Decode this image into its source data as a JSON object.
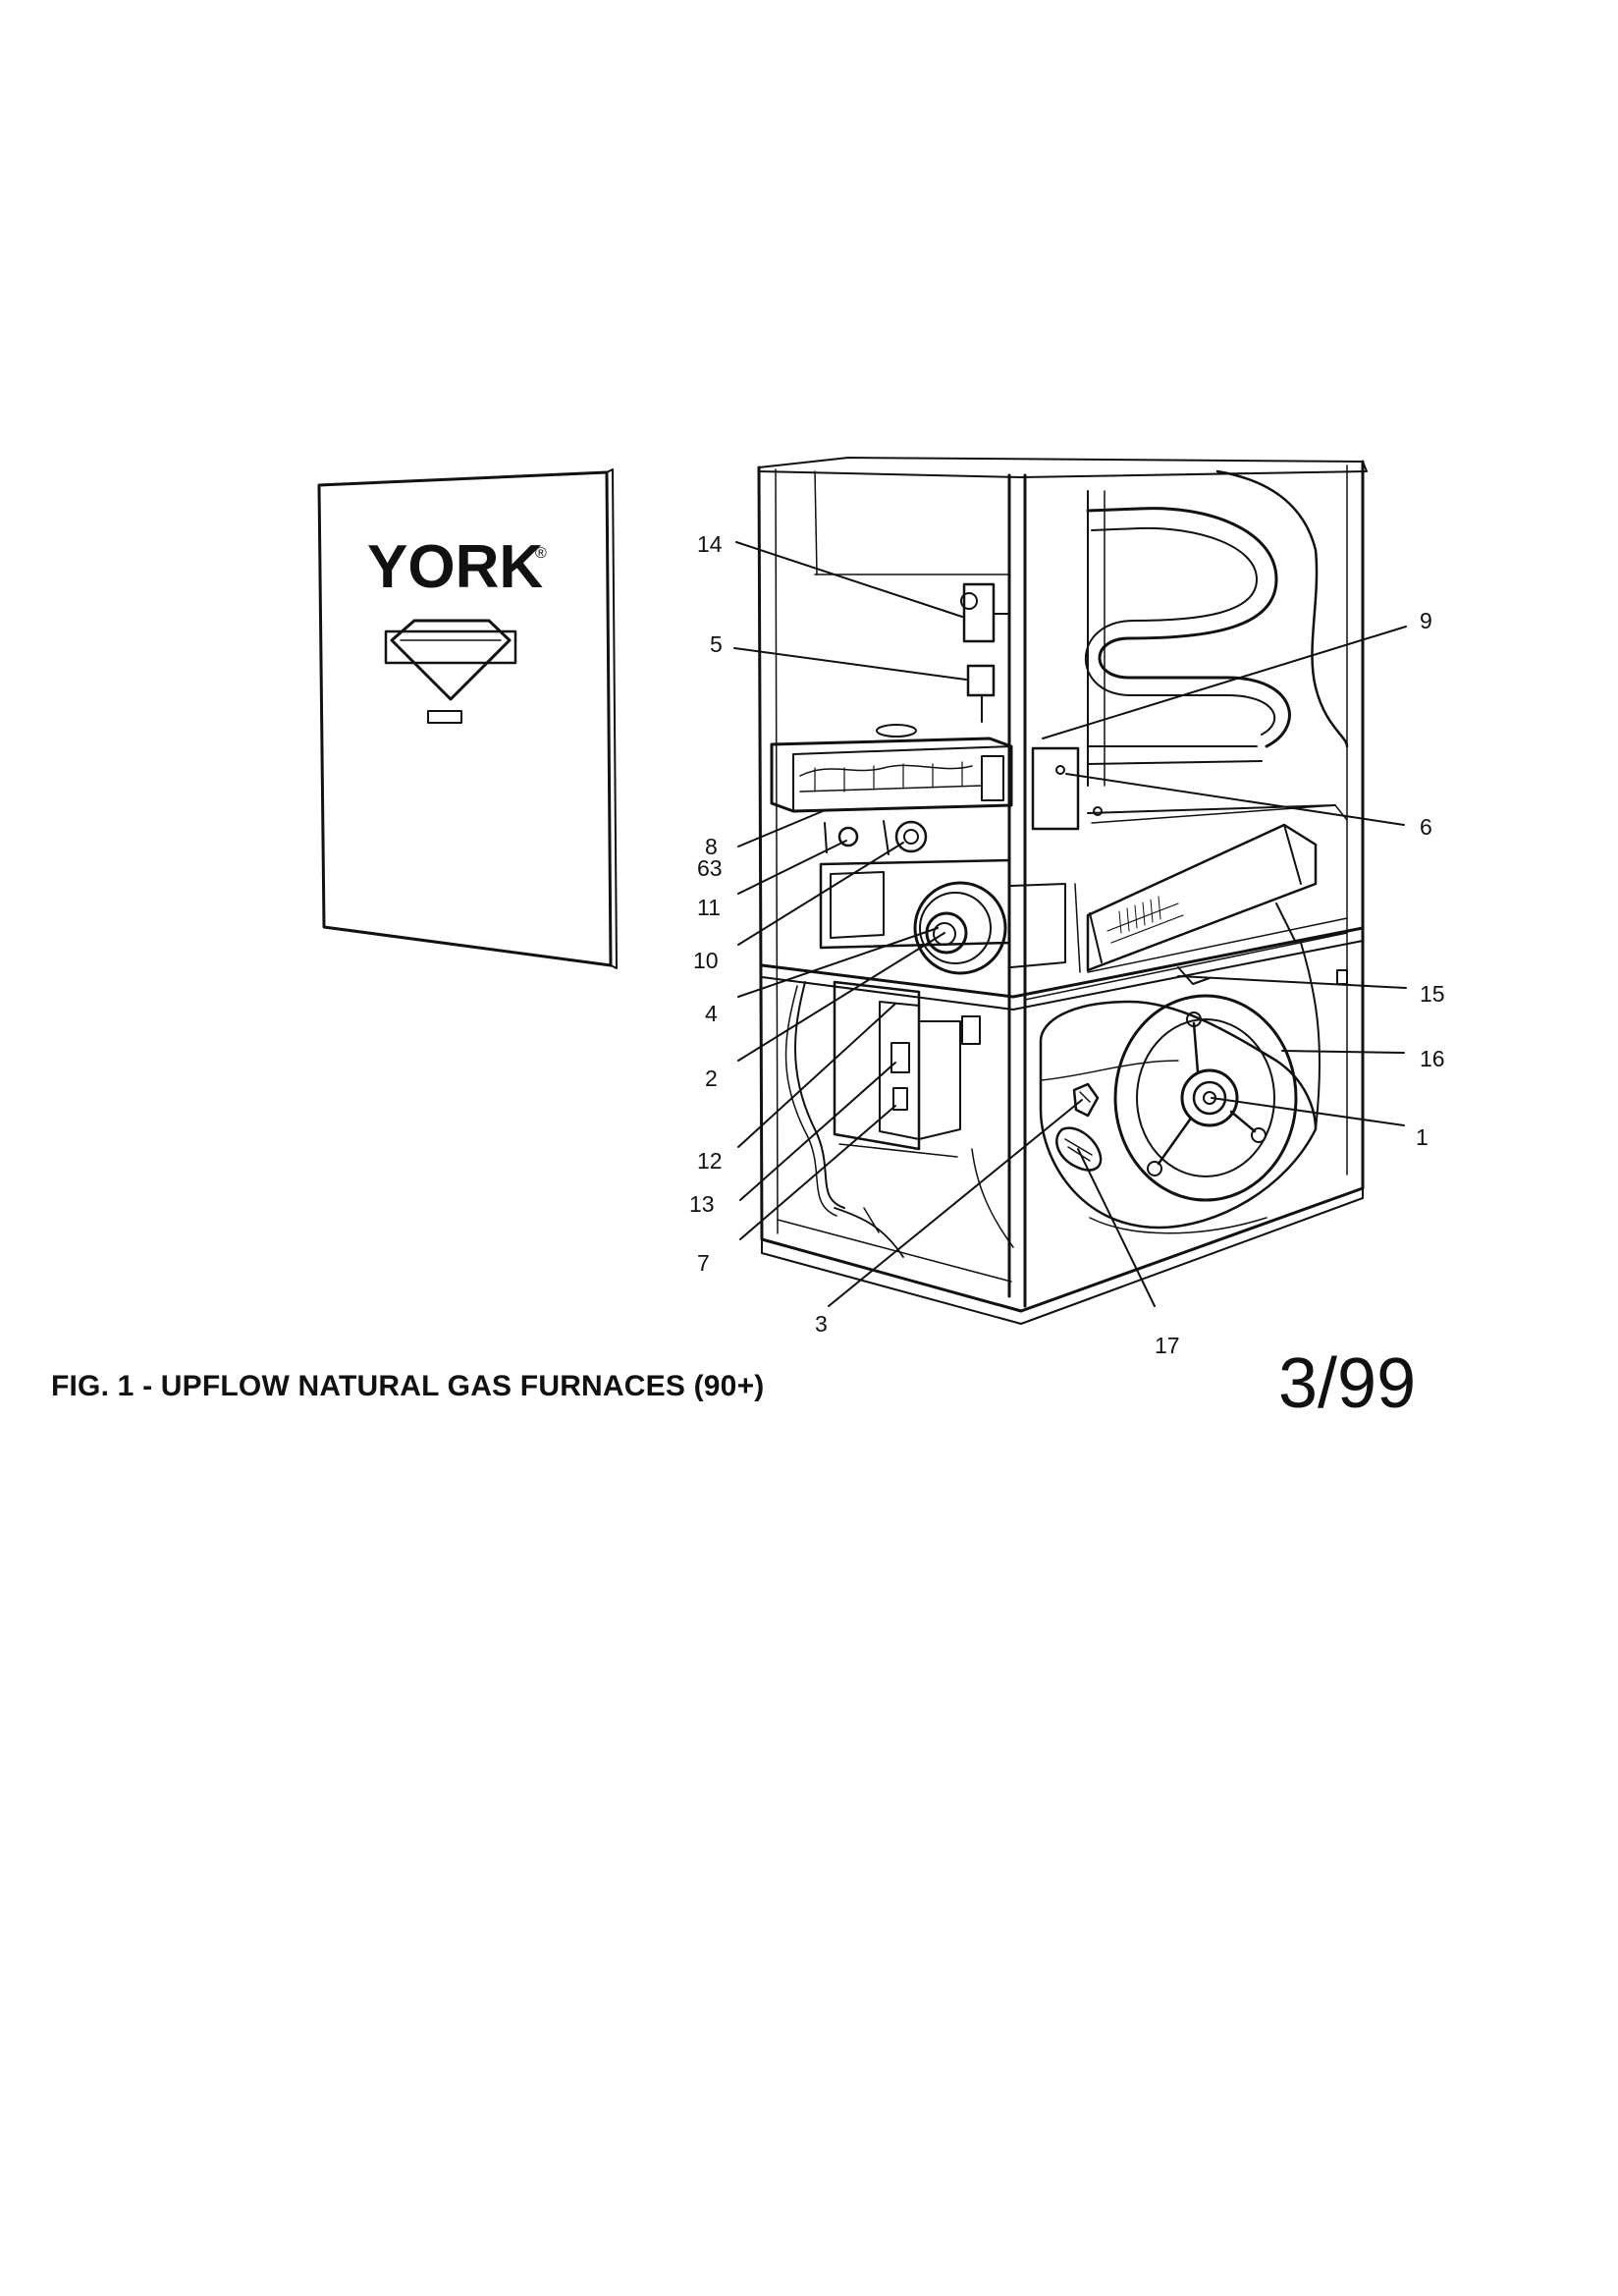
{
  "brand": {
    "logo_text": "YORK",
    "registered_mark": "®"
  },
  "figure": {
    "caption": "FIG. 1 - UPFLOW NATURAL GAS FURNACES (90+)",
    "date": "3/99"
  },
  "callouts": {
    "c1": "1",
    "c2": "2",
    "c3": "3",
    "c4": "4",
    "c5": "5",
    "c6": "6",
    "c7": "7",
    "c8": "8",
    "c9": "9",
    "c10": "10",
    "c11": "11",
    "c12": "12",
    "c13": "13",
    "c14": "14",
    "c15": "15",
    "c16": "16",
    "c17": "17",
    "c63": "63"
  }
}
